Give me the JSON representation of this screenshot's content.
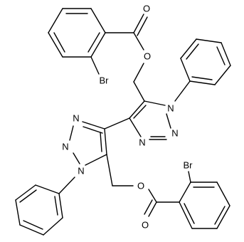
{
  "molecule": {
    "atoms": {
      "o_carbonyl_top": "O",
      "o_ester_top": "O",
      "br_top": "Br",
      "n1_right": "N",
      "n2_right": "N",
      "n3_right": "N",
      "n1_left": "N",
      "n2_left": "N",
      "n3_left": "N",
      "o_ester_bottom": "O",
      "o_carbonyl_bottom": "O",
      "br_bottom": "Br"
    }
  }
}
